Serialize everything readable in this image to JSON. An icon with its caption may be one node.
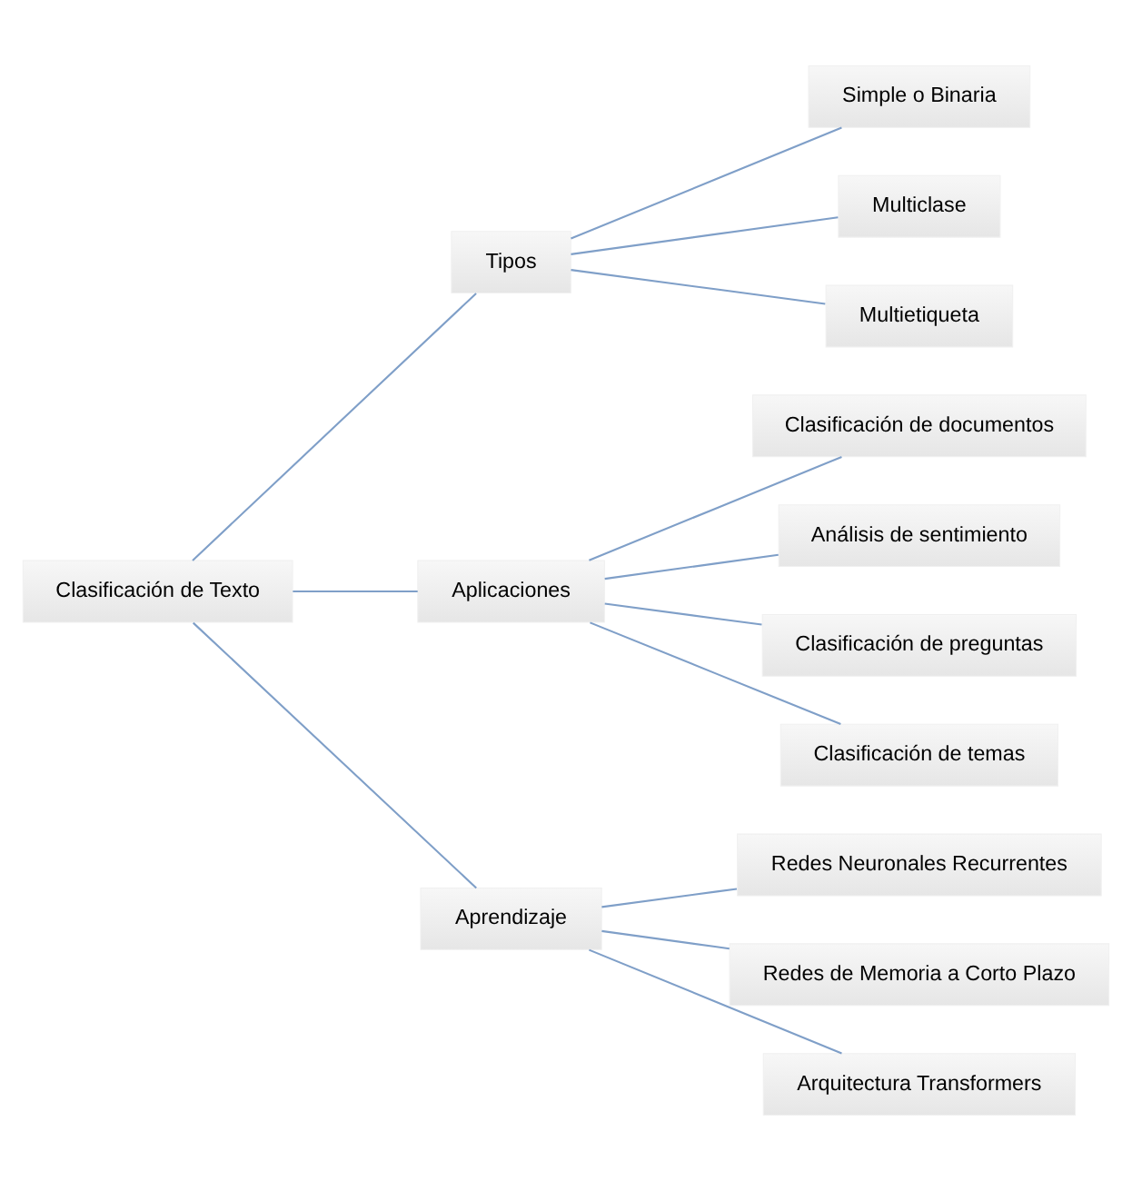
{
  "diagram": {
    "nodes": [
      {
        "text": [
          "Clasificación de Texto"
        ]
      },
      {
        "text": [
          "Tipos"
        ]
      },
      {
        "text": [
          "Simple o Binaria"
        ]
      },
      {
        "text": [
          "Multiclase"
        ]
      },
      {
        "text": [
          "Multietiqueta"
        ]
      },
      {
        "text": [
          "Aplicaciones"
        ]
      },
      {
        "text": [
          "Clasificación de documentos"
        ]
      },
      {
        "text": [
          "Análisis de sentimiento"
        ]
      },
      {
        "text": [
          "Clasificación de preguntas"
        ]
      },
      {
        "text": [
          "Clasificación de temas"
        ]
      },
      {
        "text": [
          "Aprendizaje"
        ]
      },
      {
        "text": [
          "Redes Neuronales Recurrentes"
        ]
      },
      {
        "text": [
          "Redes de Memoria a Corto Plazo"
        ]
      },
      {
        "text": [
          "Arquitectura Transformers"
        ]
      }
    ],
    "edges": [
      {
        "from": 0,
        "to": 1,
        "arrow": "none"
      },
      {
        "from": 0,
        "to": 5,
        "arrow": "none"
      },
      {
        "from": 0,
        "to": 10,
        "arrow": "none"
      },
      {
        "from": 1,
        "to": 2,
        "arrow": "none"
      },
      {
        "from": 1,
        "to": 3,
        "arrow": "none"
      },
      {
        "from": 1,
        "to": 4,
        "arrow": "none"
      },
      {
        "from": 5,
        "to": 6,
        "arrow": "none"
      },
      {
        "from": 5,
        "to": 7,
        "arrow": "none"
      },
      {
        "from": 5,
        "to": 8,
        "arrow": "none"
      },
      {
        "from": 5,
        "to": 9,
        "arrow": "none"
      },
      {
        "from": 10,
        "to": 11,
        "arrow": "none"
      },
      {
        "from": 10,
        "to": 12,
        "arrow": "none"
      },
      {
        "from": 10,
        "to": 13,
        "arrow": "none"
      }
    ]
  }
}
